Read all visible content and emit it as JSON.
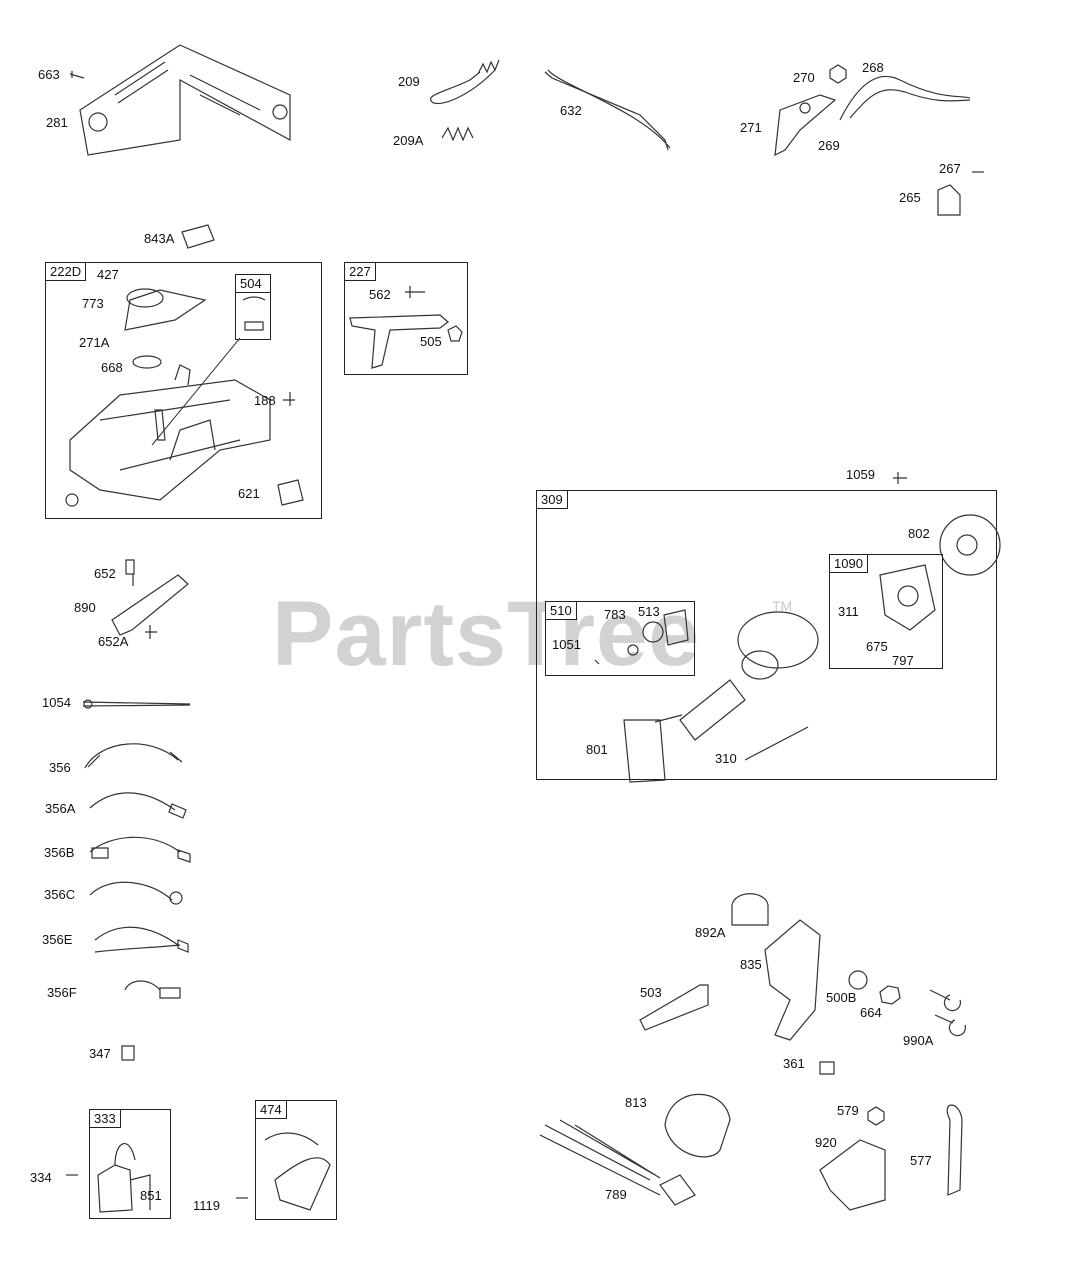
{
  "watermark": {
    "brand": "PartsTree",
    "trademark": "TM"
  },
  "callouts": {
    "p663": "663",
    "p281": "281",
    "p209": "209",
    "p209A": "209A",
    "p632": "632",
    "p270": "270",
    "p268": "268",
    "p271": "271",
    "p269": "269",
    "p267": "267",
    "p265": "265",
    "p843A": "843A",
    "p427": "427",
    "p773": "773",
    "p271A": "271A",
    "p668": "668",
    "p188": "188",
    "p621": "621",
    "p562": "562",
    "p505": "505",
    "p652": "652",
    "p890": "890",
    "p652A": "652A",
    "p1054": "1054",
    "p356": "356",
    "p356A": "356A",
    "p356B": "356B",
    "p356C": "356C",
    "p356E": "356E",
    "p356F": "356F",
    "p347": "347",
    "p334": "334",
    "p851": "851",
    "p1119": "1119",
    "p1059": "1059",
    "p802": "802",
    "p311": "311",
    "p675": "675",
    "p797": "797",
    "p783": "783",
    "p513": "513",
    "p1051": "1051",
    "p801": "801",
    "p310": "310",
    "p892A": "892A",
    "p835": "835",
    "p503": "503",
    "p500B": "500B",
    "p664": "664",
    "p990A": "990A",
    "p361": "361",
    "p813": "813",
    "p579": "579",
    "p920": "920",
    "p577": "577",
    "p789": "789"
  },
  "kits": {
    "k222D": "222D",
    "k504": "504",
    "k227": "227",
    "k309": "309",
    "k510": "510",
    "k1090": "1090",
    "k333": "333",
    "k474": "474"
  }
}
